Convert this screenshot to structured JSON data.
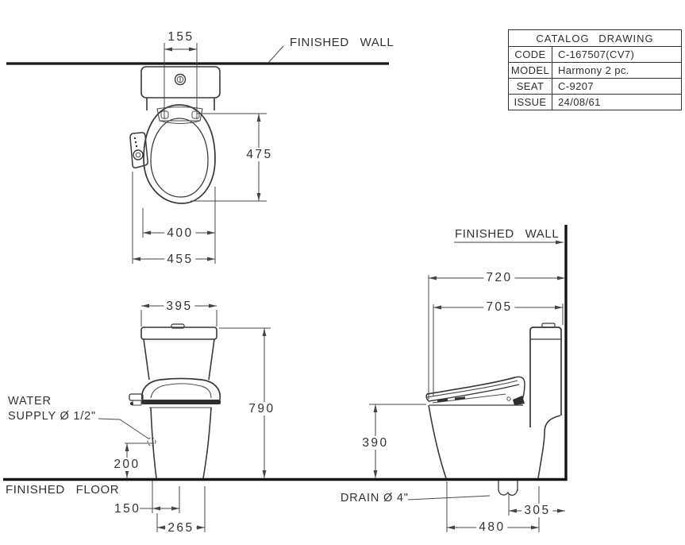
{
  "title_block": {
    "title": "CATALOG DRAWING",
    "rows": [
      {
        "label": "CODE",
        "value": "C-167507(CV7)"
      },
      {
        "label": "MODEL",
        "value": "Harmony 2 pc."
      },
      {
        "label": "SEAT",
        "value": "C-9207"
      },
      {
        "label": "ISSUE",
        "value": "24/08/61"
      }
    ]
  },
  "drawing": {
    "top_view": {
      "wall_label": "FINISHED WALL",
      "dim_inlet_offset": "155",
      "dim_seat_length": "475",
      "dim_seat_width": "400",
      "dim_overall_width": "455"
    },
    "front_view": {
      "dim_tank_width": "395",
      "dim_overall_height": "790",
      "water_supply_line1": "WATER",
      "water_supply_line2": "SUPPLY Ø 1/2\"",
      "dim_supply_height": "200",
      "floor_label": "FINISHED FLOOR",
      "dim_supply_setout": "150",
      "dim_base_width": "265"
    },
    "side_view": {
      "wall_label": "FINISHED WALL",
      "dim_overall_depth": "720",
      "dim_bowl_depth": "705",
      "dim_rim_height": "390",
      "drain_label": "DRAIN Ø 4\"",
      "dim_drain_setout": "305",
      "dim_base_depth": "480"
    }
  }
}
